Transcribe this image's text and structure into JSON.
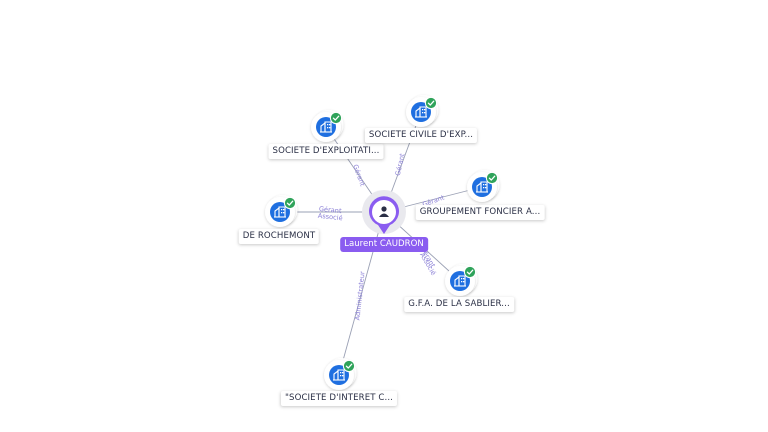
{
  "colors": {
    "accent": "#8a5cf0",
    "company_icon": "#1f6fe0",
    "check_badge": "#2fa35a",
    "edge": "#9aa0b4",
    "edge_label": "#8a7fd6"
  },
  "center": {
    "name": "Laurent CAUDRON",
    "icon": "person-icon"
  },
  "companies": [
    {
      "id": "exploitation",
      "label": "SOCIETE D'EXPLOITATI...",
      "icon": "building-icon",
      "badge": "check-icon"
    },
    {
      "id": "civile",
      "label": "SOCIETE CIVILE D'EXP...",
      "icon": "building-icon",
      "badge": "check-icon"
    },
    {
      "id": "groupement",
      "label": "GROUPEMENT FONCIER A...",
      "icon": "building-icon",
      "badge": "check-icon"
    },
    {
      "id": "rochemont",
      "label": "DE ROCHEMONT",
      "icon": "building-icon",
      "badge": "check-icon"
    },
    {
      "id": "gfa",
      "label": "G.F.A. DE LA SABLIER...",
      "icon": "building-icon",
      "badge": "check-icon"
    },
    {
      "id": "interet",
      "label": "\"SOCIETE D'INTERET C...",
      "icon": "building-icon",
      "badge": "check-icon"
    }
  ],
  "edge_labels": {
    "exploitation": [
      "Gérant"
    ],
    "civile": [
      "Gérant"
    ],
    "groupement": [
      "Gérant"
    ],
    "rochemont": [
      "Gérant",
      "Associé"
    ],
    "gfa": [
      "Gérant",
      "Associé"
    ],
    "interet": [
      "Administrateur"
    ]
  }
}
